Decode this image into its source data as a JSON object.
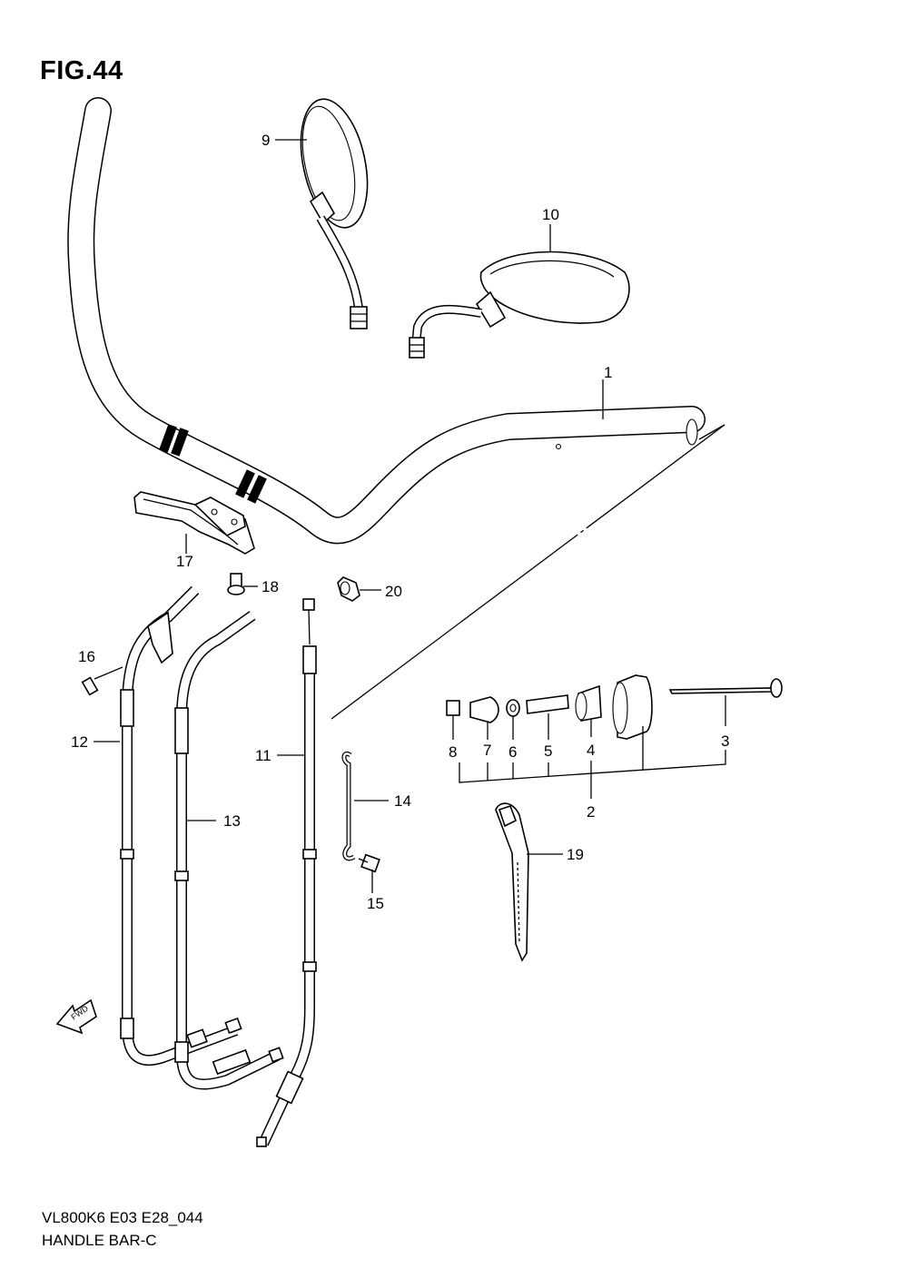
{
  "figure": {
    "title": "FIG.44"
  },
  "footer": {
    "code": "VL800K6 E03 E28_044",
    "name": "HANDLE BAR-C"
  },
  "direction_marker": {
    "text": "FWD",
    "icon": "forward-arrow-icon"
  },
  "callouts": {
    "c1": "1",
    "c2": "2",
    "c3": "3",
    "c4": "4",
    "c5": "5",
    "c6": "6",
    "c7": "7",
    "c8": "8",
    "c9": "9",
    "c10": "10",
    "c11": "11",
    "c12": "12",
    "c13": "13",
    "c14": "14",
    "c15": "15",
    "c16": "16",
    "c17": "17",
    "c18": "18",
    "c19": "19",
    "c20": "20"
  }
}
